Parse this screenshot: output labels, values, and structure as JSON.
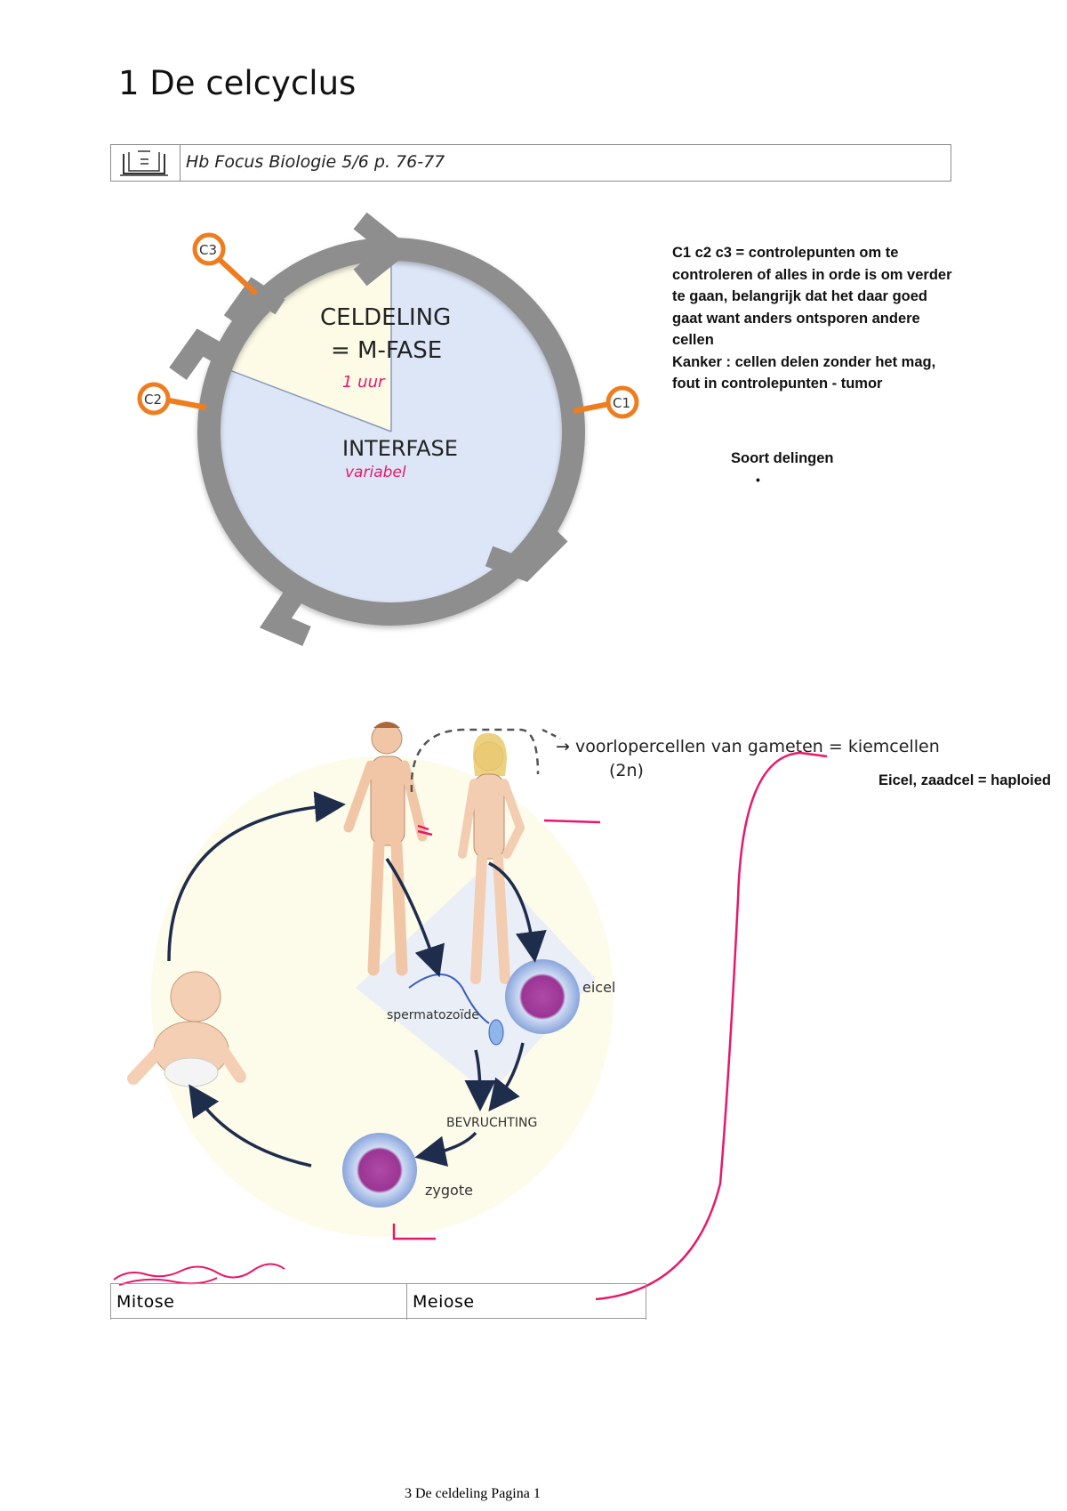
{
  "page": {
    "title": "1 De celcyclus",
    "reference": "Hb Focus Biologie 5/6 p. 76-77",
    "footer": "3 De celdeling Pagina 1"
  },
  "cell_cycle": {
    "mitosis_label_1": "CELDELING",
    "mitosis_label_2": "= M-FASE",
    "interphase_label": "INTERFASE",
    "checkpoints": [
      "C1",
      "C2",
      "C3"
    ],
    "handwritten_mitosis": "1 uur",
    "handwritten_interphase": "variabel",
    "colors": {
      "ring": "#8e8e8e",
      "interphase": "#dde6f7",
      "mitosis": "#fdfbe6",
      "checkpoint": "#ef7d1f"
    }
  },
  "notes": {
    "lines": [
      "C1 c2 c3 = controlepunten om te",
      "controleren of alles in orde is om verder",
      "te gaan, belangrijk dat het daar goed",
      "gaat want anders ontsporen andere",
      "cellen",
      "Kanker : cellen delen zonder het mag,",
      "fout in controlepunten - tumor"
    ],
    "soort": "Soort delingen",
    "bullet": "•",
    "eicel": "Eicel, zaadcel = haploied"
  },
  "life_cycle": {
    "precursor_label": "→ voorlopercellen van gameten = kiemcellen",
    "precursor_sub": "(2n)",
    "sperm_label": "spermatozoïde",
    "egg_label": "eicel",
    "fertilization_label": "BEVRUCHTING",
    "zygote_label": "zygote",
    "ink_color": "#e8176a"
  },
  "table": {
    "headers": [
      "Mitose",
      "Meiose"
    ]
  }
}
